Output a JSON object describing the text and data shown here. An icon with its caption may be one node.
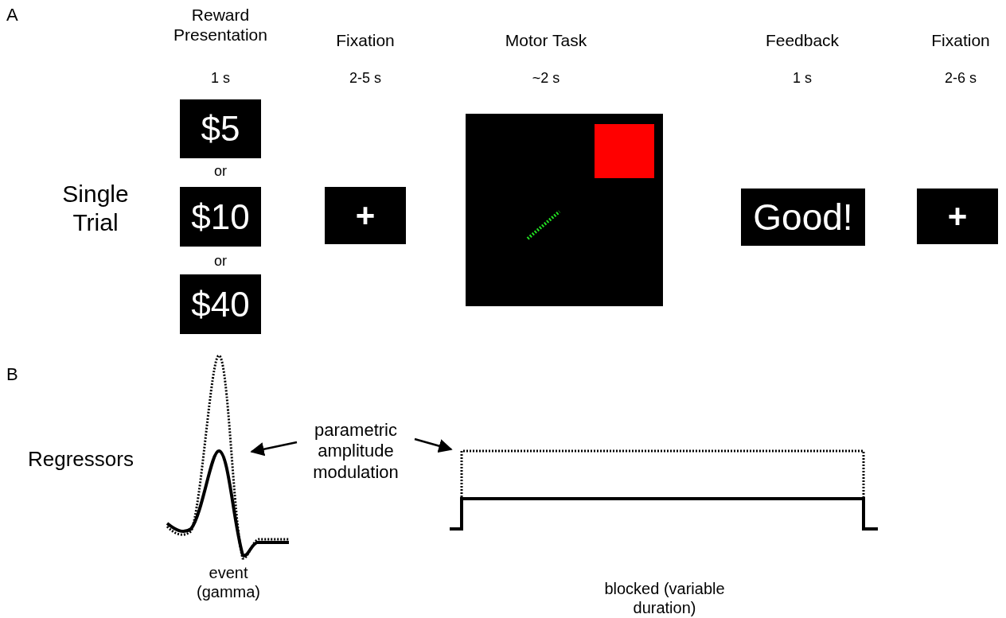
{
  "diagram": {
    "nodes": [
      {
        "text": [
          "$5"
        ]
      },
      {
        "text": [
          "$10"
        ]
      },
      {
        "text": [
          "$40"
        ]
      },
      {
        "text": [
          "+"
        ]
      },
      {
        "text": [],
        "shape": "picture"
      },
      {
        "text": [
          "Good!"
        ]
      },
      {
        "text": [
          "+"
        ]
      },
      {
        "text": [
          "parametric amplitude modulation"
        ]
      },
      {
        "text": [],
        "shape": "picture",
        "beside": [
          "event (gamma)"
        ]
      },
      {
        "text": [],
        "shape": "picture",
        "beside": [
          "blocked (variable duration)"
        ]
      }
    ],
    "edges": [
      {
        "from": 7,
        "to": 8,
        "arrow": "to"
      },
      {
        "from": 7,
        "to": 9,
        "arrow": "to"
      }
    ],
    "labels": [
      "A",
      "Reward Presentation",
      "Fixation",
      "Motor Task",
      "Feedback",
      "Fixation",
      "1 s",
      "2-5 s",
      "~2 s",
      "1 s",
      "2-6 s",
      "Single Trial",
      "or",
      "or",
      "B",
      "Regressors"
    ]
  }
}
